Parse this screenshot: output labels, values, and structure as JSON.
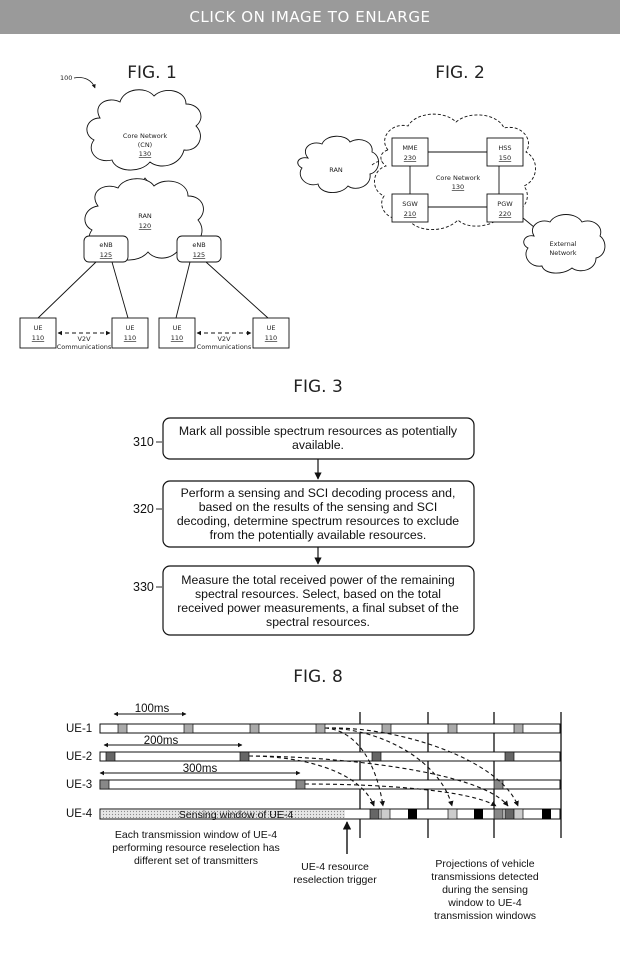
{
  "banner": {
    "text": "CLICK ON IMAGE TO ENLARGE"
  },
  "fig1": {
    "title": "FIG. 1",
    "ref": "100",
    "core_network": {
      "line1": "Core Network",
      "line2": "(CN)",
      "ref": "130"
    },
    "ran": {
      "label": "RAN",
      "ref": "120"
    },
    "enb_left": {
      "label": "eNB",
      "ref": "125"
    },
    "enb_right": {
      "label": "eNB",
      "ref": "125"
    },
    "ue_label": "UE",
    "ue_ref": "110",
    "v2v_label": "V2V",
    "comm_label": "Communications"
  },
  "fig2": {
    "title": "FIG. 2",
    "ran": "RAN",
    "core_network": {
      "label": "Core Network",
      "ref": "130"
    },
    "mme": {
      "label": "MME",
      "ref": "230"
    },
    "hss": {
      "label": "HSS",
      "ref": "150"
    },
    "sgw": {
      "label": "SGW",
      "ref": "210"
    },
    "pgw": {
      "label": "PGW",
      "ref": "220"
    },
    "external": {
      "line1": "External",
      "line2": "Network"
    }
  },
  "fig3": {
    "title": "FIG. 3",
    "steps": [
      {
        "ref": "310",
        "lines": [
          "Mark all possible spectrum resources as potentially",
          "available."
        ]
      },
      {
        "ref": "320",
        "lines": [
          "Perform a sensing and SCI decoding process and,",
          "based on the results of the sensing and SCI",
          "decoding, determine spectrum resources to exclude",
          "from the potentially available resources."
        ]
      },
      {
        "ref": "330",
        "lines": [
          "Measure the total received power of the remaining",
          "spectral resources. Select, based on the total",
          "received power measurements, a final subset of the",
          "spectral resources."
        ]
      }
    ]
  },
  "fig8": {
    "title": "FIG. 8",
    "rows": [
      "UE-1",
      "UE-2",
      "UE-3",
      "UE-4"
    ],
    "periods": [
      "100ms",
      "200ms",
      "300ms"
    ],
    "sensing_window": "Sensing window of UE-4",
    "caption_left": [
      "Each transmission window of UE-4",
      "performing resource reselection has",
      "different set of transmitters"
    ],
    "caption_mid": [
      "UE-4 resource",
      "reselection trigger"
    ],
    "caption_right": [
      "Projections of vehicle",
      "transmissions detected",
      "during the sensing",
      "window to UE-4",
      "transmission windows"
    ]
  }
}
